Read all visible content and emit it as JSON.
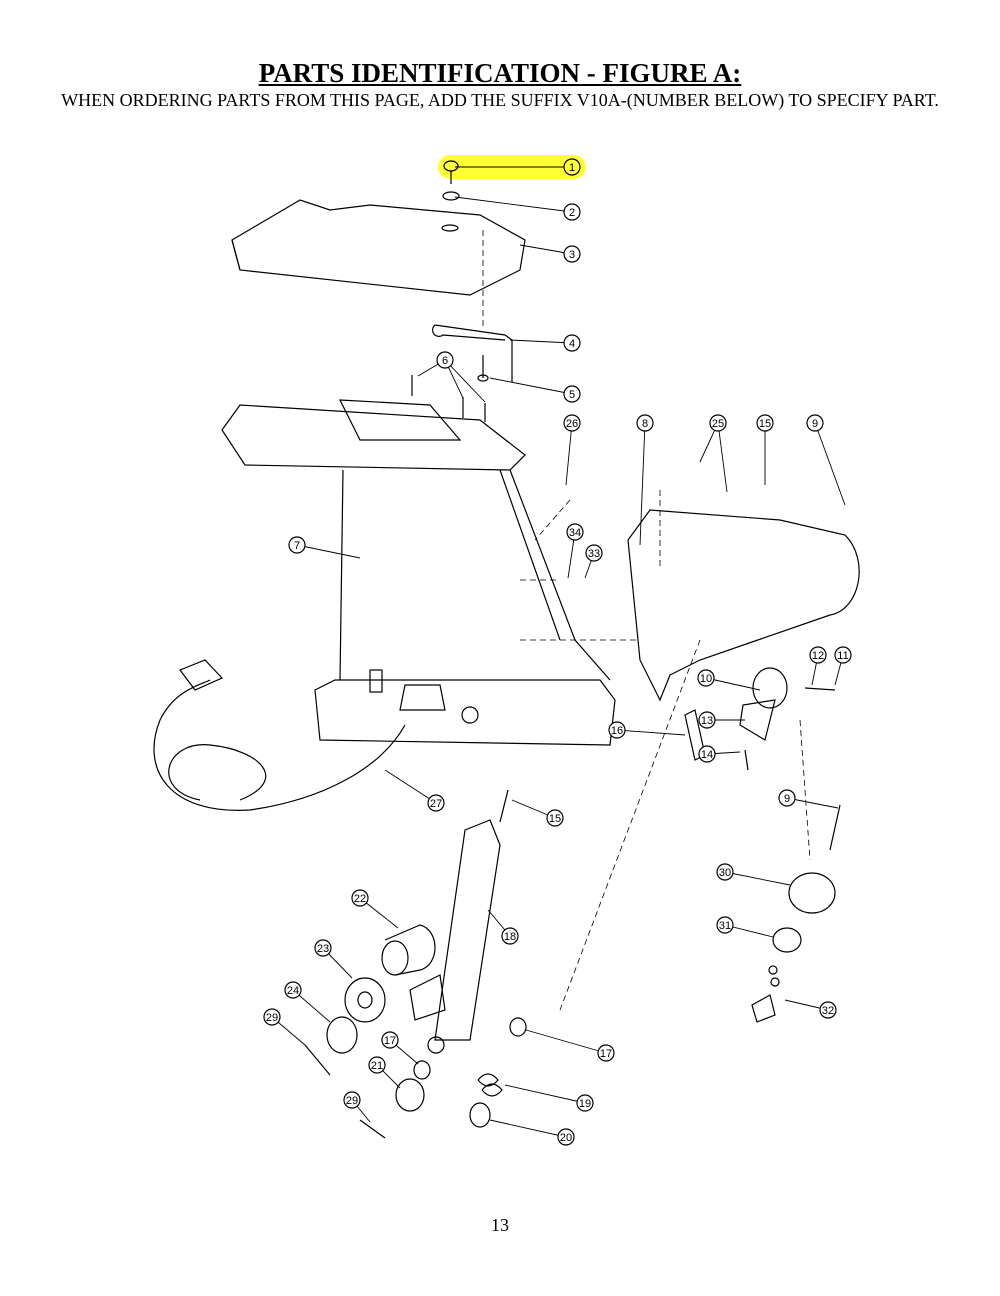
{
  "header": {
    "title": "PARTS IDENTIFICATION - FIGURE A:",
    "instructions": "WHEN ORDERING PARTS FROM THIS PAGE, ADD THE SUFFIX V10A-(NUMBER BELOW) TO SPECIFY PART."
  },
  "figure": {
    "highlighted_part": "1",
    "highlight_color": "#ffff33",
    "callouts": [
      "1",
      "2",
      "3",
      "4",
      "5",
      "6",
      "26",
      "8",
      "25",
      "15",
      "9",
      "7",
      "34",
      "33",
      "12",
      "11",
      "10",
      "13",
      "14",
      "16",
      "27",
      "15",
      "9",
      "18",
      "22",
      "30",
      "31",
      "23",
      "24",
      "32",
      "29",
      "17",
      "17",
      "21",
      "29",
      "19",
      "20"
    ]
  },
  "footer": {
    "page_number": "13"
  }
}
